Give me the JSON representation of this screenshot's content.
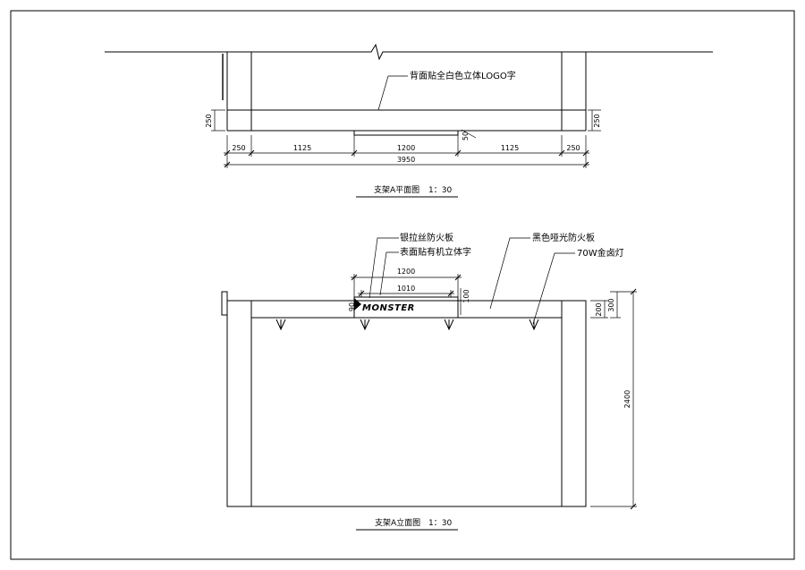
{
  "plan": {
    "label_logo": "背面贴全白色立体LOGO字",
    "dim_side_left": "250",
    "dim_side_right": "250",
    "dim_small": "50",
    "dims_bottom": [
      "250",
      "1125",
      "1200",
      "1125",
      "250"
    ],
    "dim_total": "3950",
    "title": "支架A平面图",
    "scale": "1：30"
  },
  "elevation": {
    "label_steel": "银拉丝防火板",
    "label_acrylic": "表面贴有机立体字",
    "label_black": "黑色哑光防火板",
    "label_lamp": "70W金卤灯",
    "dim_logo_width": "1200",
    "dim_letter_width": "1010",
    "dim_left_small": "90",
    "dim_right_small": "100",
    "dim_band_200": "200",
    "dim_band_300": "300",
    "dim_height": "2400",
    "logo_text": "MONSTER",
    "title": "支架A立面图",
    "scale": "1：30"
  }
}
